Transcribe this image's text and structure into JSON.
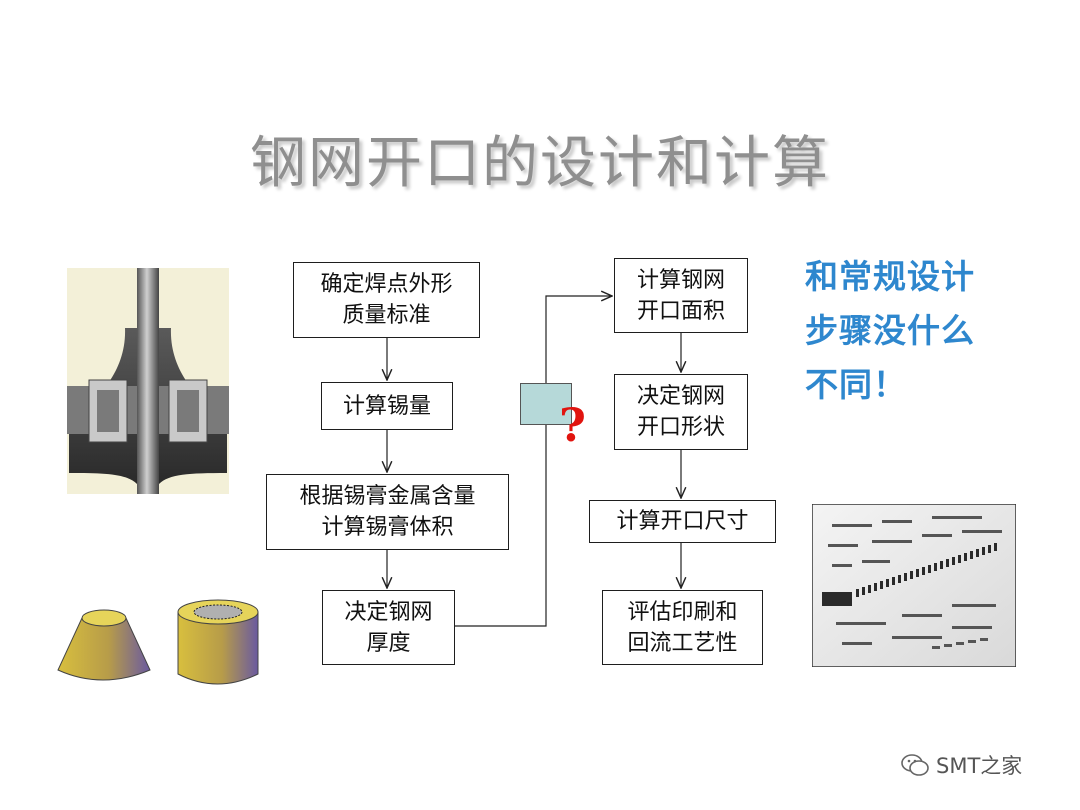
{
  "slide": {
    "title": "钢网开口的设计和计算",
    "note": "和常规设计\n步骤没什么\n不同！",
    "question_mark": "?",
    "watermark": "SMT之家"
  },
  "flow": {
    "left": [
      "确定焊点外形\n质量标准",
      "计算锡量",
      "根据锡膏金属含量\n计算锡膏体积",
      "决定钢网\n厚度"
    ],
    "right": [
      "计算钢网\n开口面积",
      "决定钢网\n开口形状",
      "计算开口尺寸",
      "评估印刷和\n回流工艺性"
    ]
  },
  "colors": {
    "title": "#8f8f8f",
    "note": "#2e87ce",
    "question": "#e1140f",
    "teal_box": "#b6d9d9"
  },
  "icons": [
    "solder-joint-image",
    "frustum-shape",
    "cylinder-shape",
    "stencil-photo",
    "wechat-icon"
  ]
}
